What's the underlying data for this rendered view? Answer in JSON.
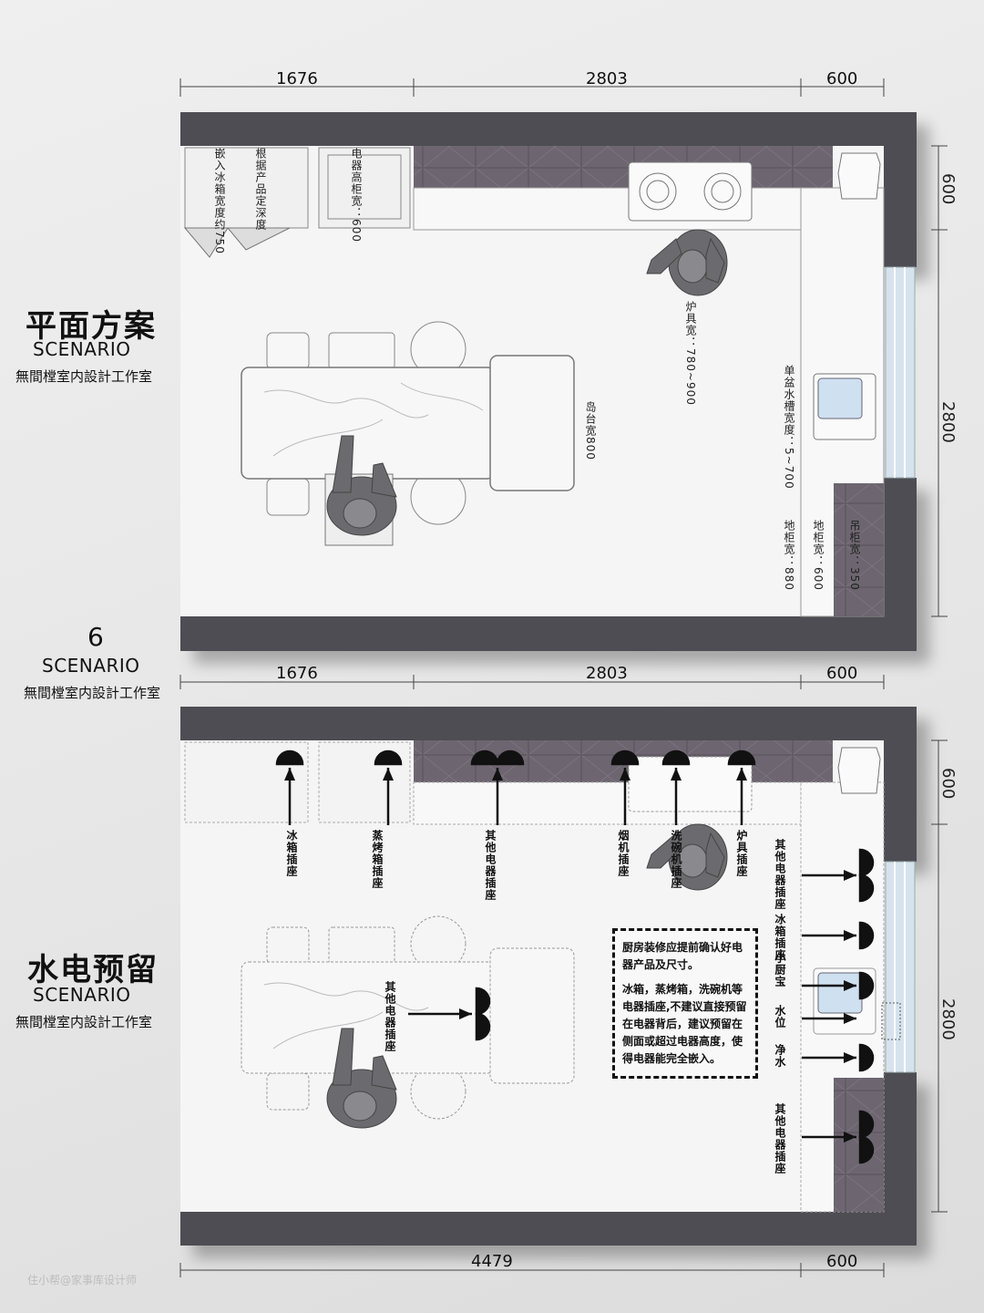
{
  "plan": {
    "title": "平面方案",
    "subtitle": "SCENARIO",
    "studio": "無間樘室内設計工作室",
    "dims_top": [
      "1676",
      "2803",
      "600"
    ],
    "dims_right": [
      "600",
      "2800"
    ],
    "labels": {
      "fridge": "嵌入冰箱宽度约750",
      "fridge_note": "根据产品定深度",
      "tall_cabinet": "电器高柜宽：600",
      "stove": "炉具宽：780~900",
      "sink": "单盆水槽宽度：5~700",
      "island": "岛台宽800",
      "upper_cab": "吊柜宽：350",
      "floor_cab": "地柜宽：600",
      "floor_cab2": "地柜宽：880"
    }
  },
  "middle": {
    "number": "6",
    "subtitle": "SCENARIO",
    "studio": "無間樘室内設計工作室",
    "dims": [
      "1676",
      "2803",
      "600"
    ]
  },
  "utility": {
    "title": "水电预留",
    "subtitle": "SCENARIO",
    "studio": "無間樘室内設計工作室",
    "dims_right": [
      "600",
      "2800"
    ],
    "dims_bottom": [
      "4479",
      "600"
    ],
    "sockets": {
      "fridge": "冰箱插座",
      "steam_oven": "蒸烤箱插座",
      "other1": "其他电器插座",
      "hood": "烟机插座",
      "dishwasher": "洗碗机插座",
      "stove": "炉具插座",
      "right_other": "其他电器插座",
      "right_fridge": "冰箱插座",
      "kitchen_treasure": "小厨宝",
      "water": "水位",
      "purifier": "净水",
      "island_other": "其他电器插座",
      "bottom_other": "其他电器插座"
    },
    "note_1": "厨房装修应提前确认好电器产品及尺寸。",
    "note_2": "冰箱，蒸烤箱，洗碗机等电器插座,不建议直接预留在电器背后，建议预留在侧面或超过电器高度，使得电器能完全嵌入。"
  },
  "watermark": "住小帮@家事库设计师",
  "colors": {
    "wall": "#4d4d52",
    "cabinet": "#6d6670",
    "floor": "#f4f4f4",
    "glass": "#cfe0f0"
  }
}
